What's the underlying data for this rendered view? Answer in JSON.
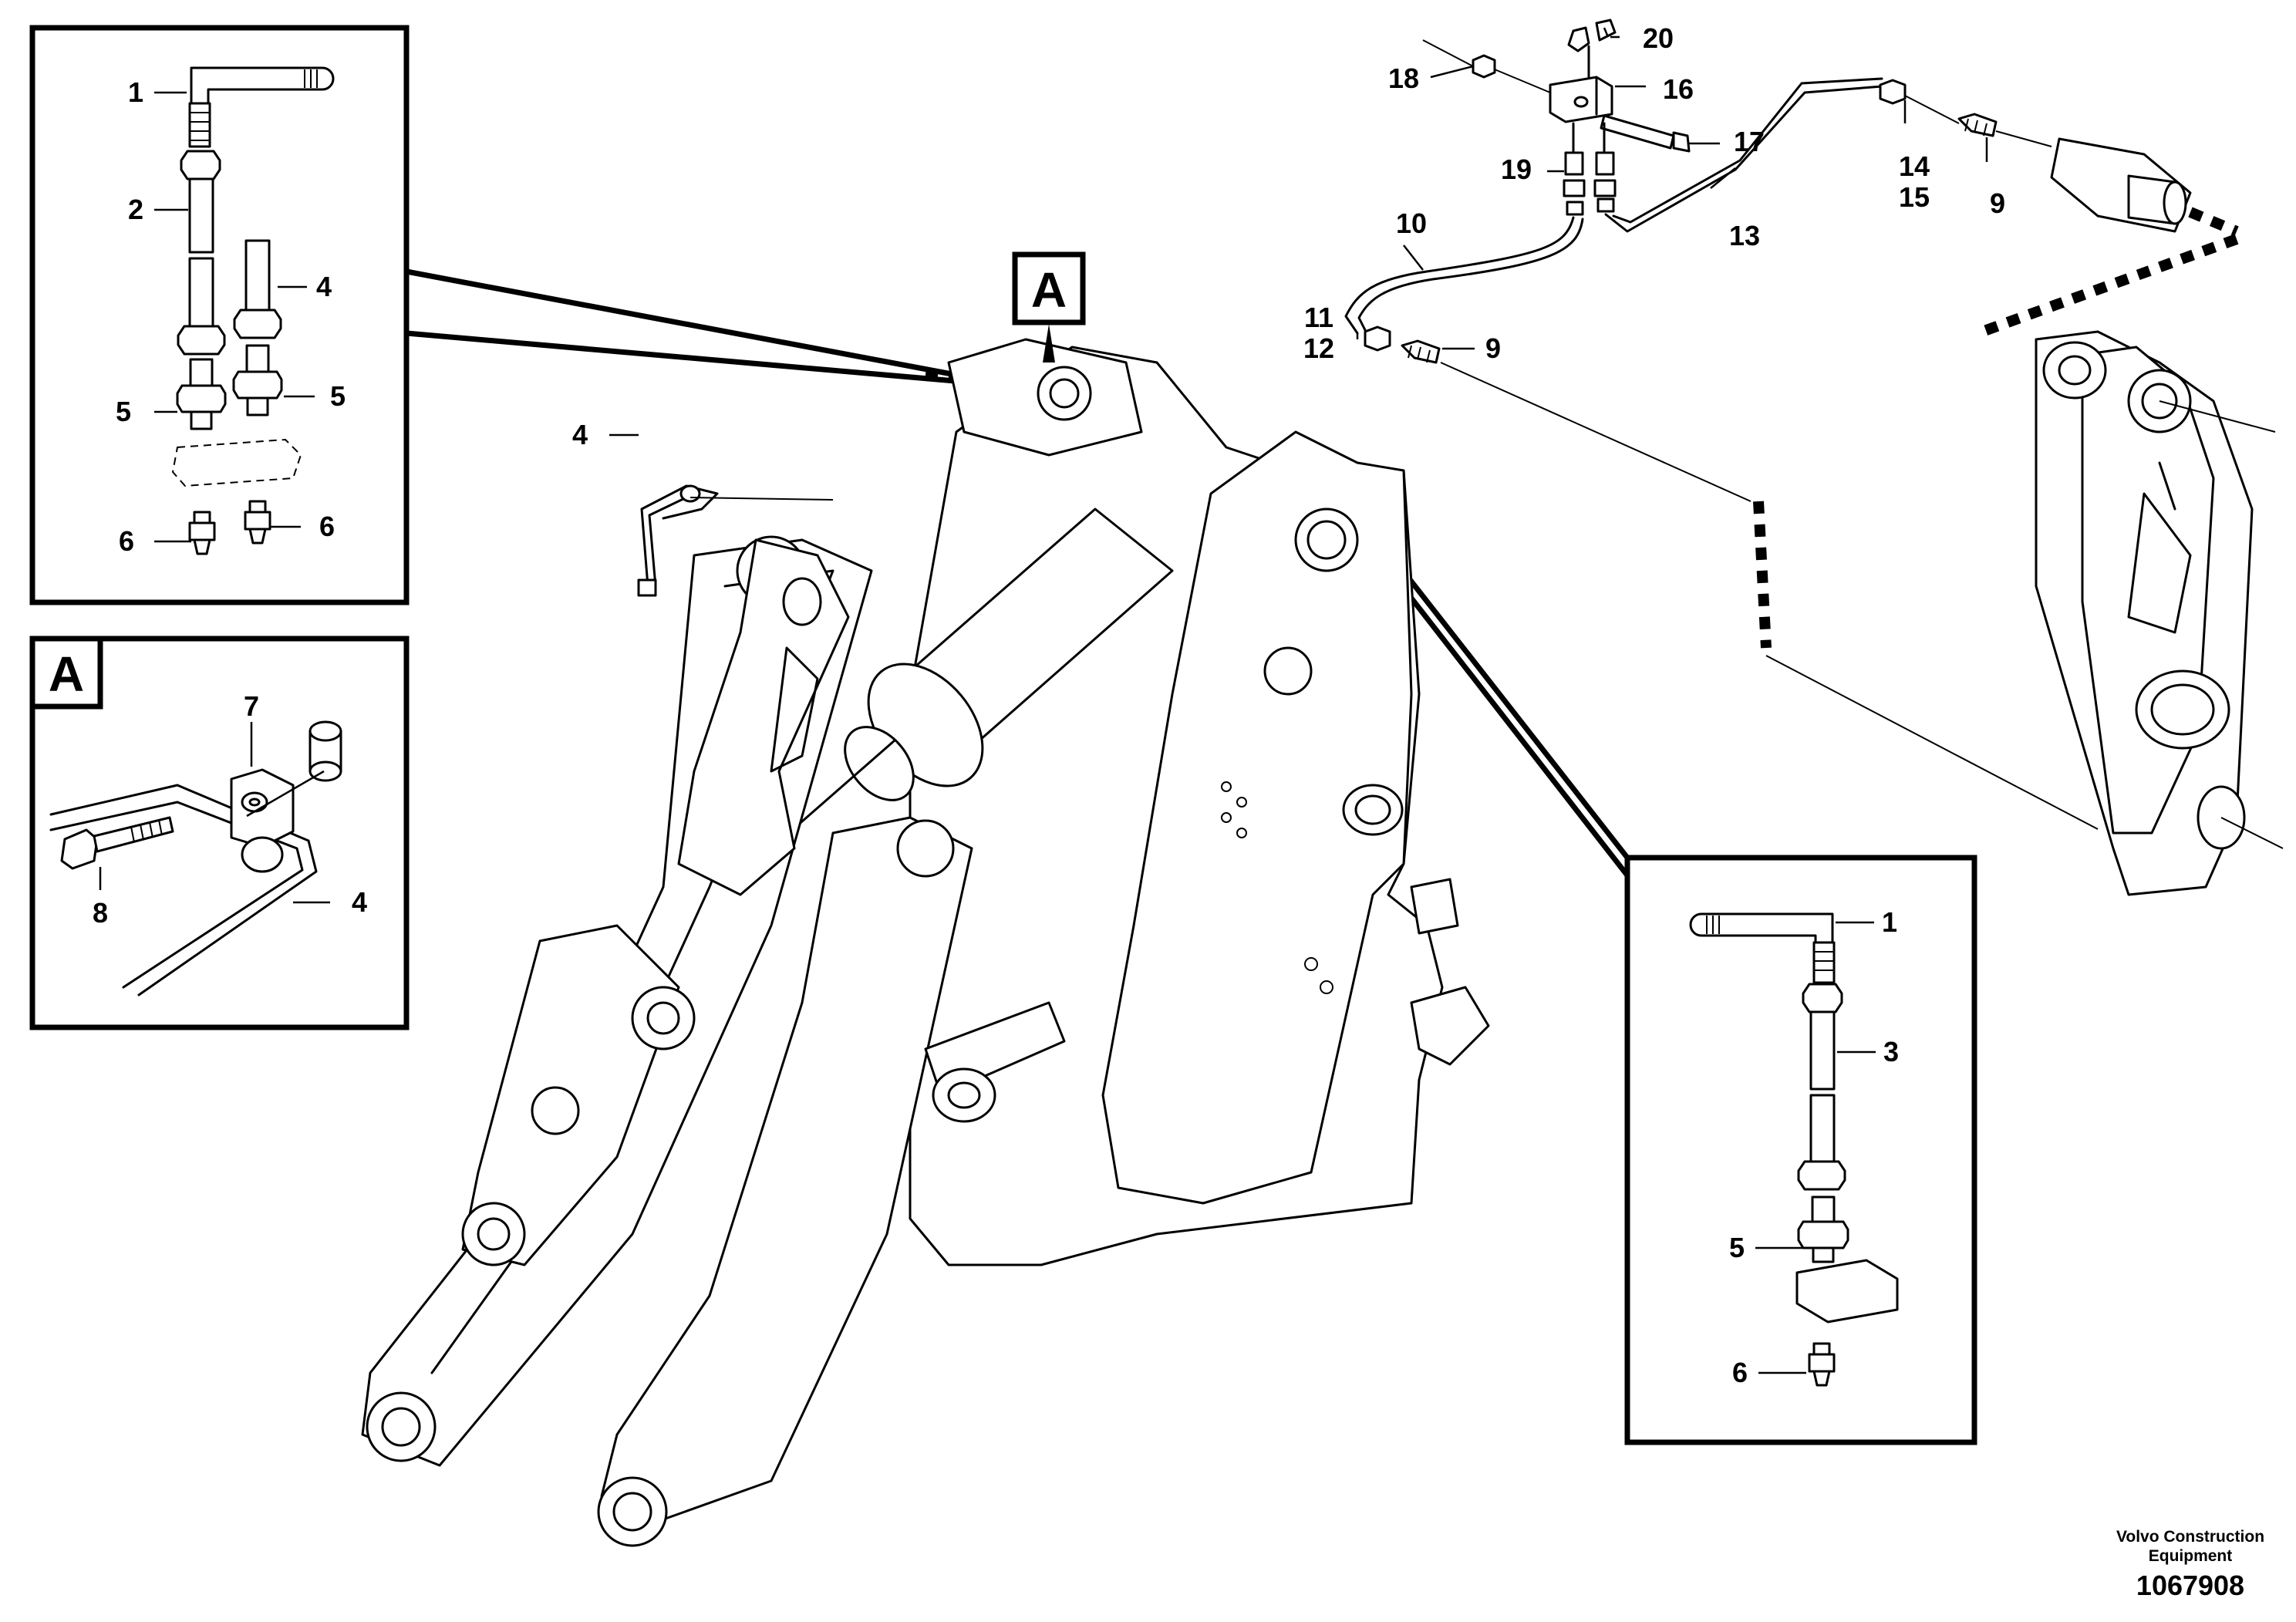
{
  "diagram": {
    "markers": {
      "main_a": "A",
      "detail_a": "A"
    },
    "callouts": {
      "d1_1": "1",
      "d1_2": "2",
      "d1_4": "4",
      "d1_5a": "5",
      "d1_5b": "5",
      "d1_6a": "6",
      "d1_6b": "6",
      "d2_7": "7",
      "d2_8": "8",
      "d2_4": "4",
      "d3_1": "1",
      "d3_3": "3",
      "d3_5": "5",
      "d3_6": "6",
      "m_4": "4",
      "m_9a": "9",
      "m_9b": "9",
      "m_10": "10",
      "m_11": "11",
      "m_12": "12",
      "m_13": "13",
      "m_14": "14",
      "m_15": "15",
      "m_16": "16",
      "m_17": "17",
      "m_18": "18",
      "m_19": "19",
      "m_20": "20"
    },
    "caption": {
      "line1": "Volvo Construction",
      "line2": "Equipment"
    },
    "reference_number": "1067908"
  }
}
